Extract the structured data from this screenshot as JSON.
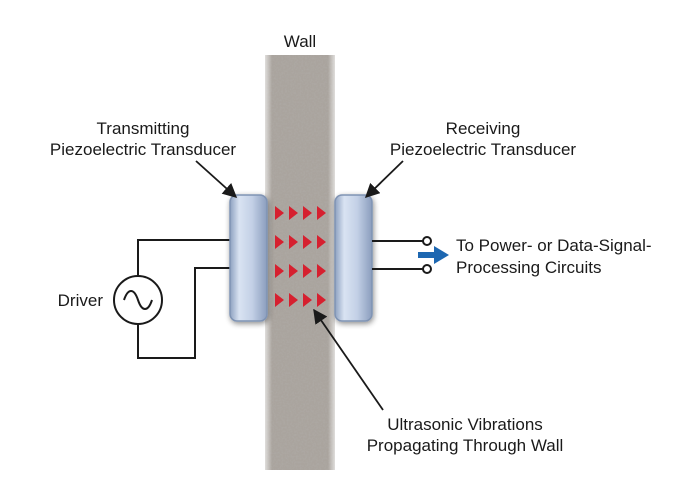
{
  "labels": {
    "wall": "Wall",
    "transmitting_line1": "Transmitting",
    "transmitting_line2": "Piezoelectric Transducer",
    "receiving_line1": "Receiving",
    "receiving_line2": "Piezoelectric Transducer",
    "driver": "Driver",
    "output_line1": "To Power- or Data-Signal-",
    "output_line2": "Processing Circuits",
    "vibrations_line1": "Ultrasonic Vibrations",
    "vibrations_line2": "Propagating Through Wall"
  },
  "vibration_grid": {
    "rows": 4,
    "columns": 4
  },
  "colors": {
    "wall": "#a9a39d",
    "transducer_fill": "#c4d1e6",
    "transducer_edge": "#7f93b3",
    "vibration_arrows": "#d6202f",
    "output_arrow": "#1d67b1",
    "wires": "#1a1a1a"
  }
}
